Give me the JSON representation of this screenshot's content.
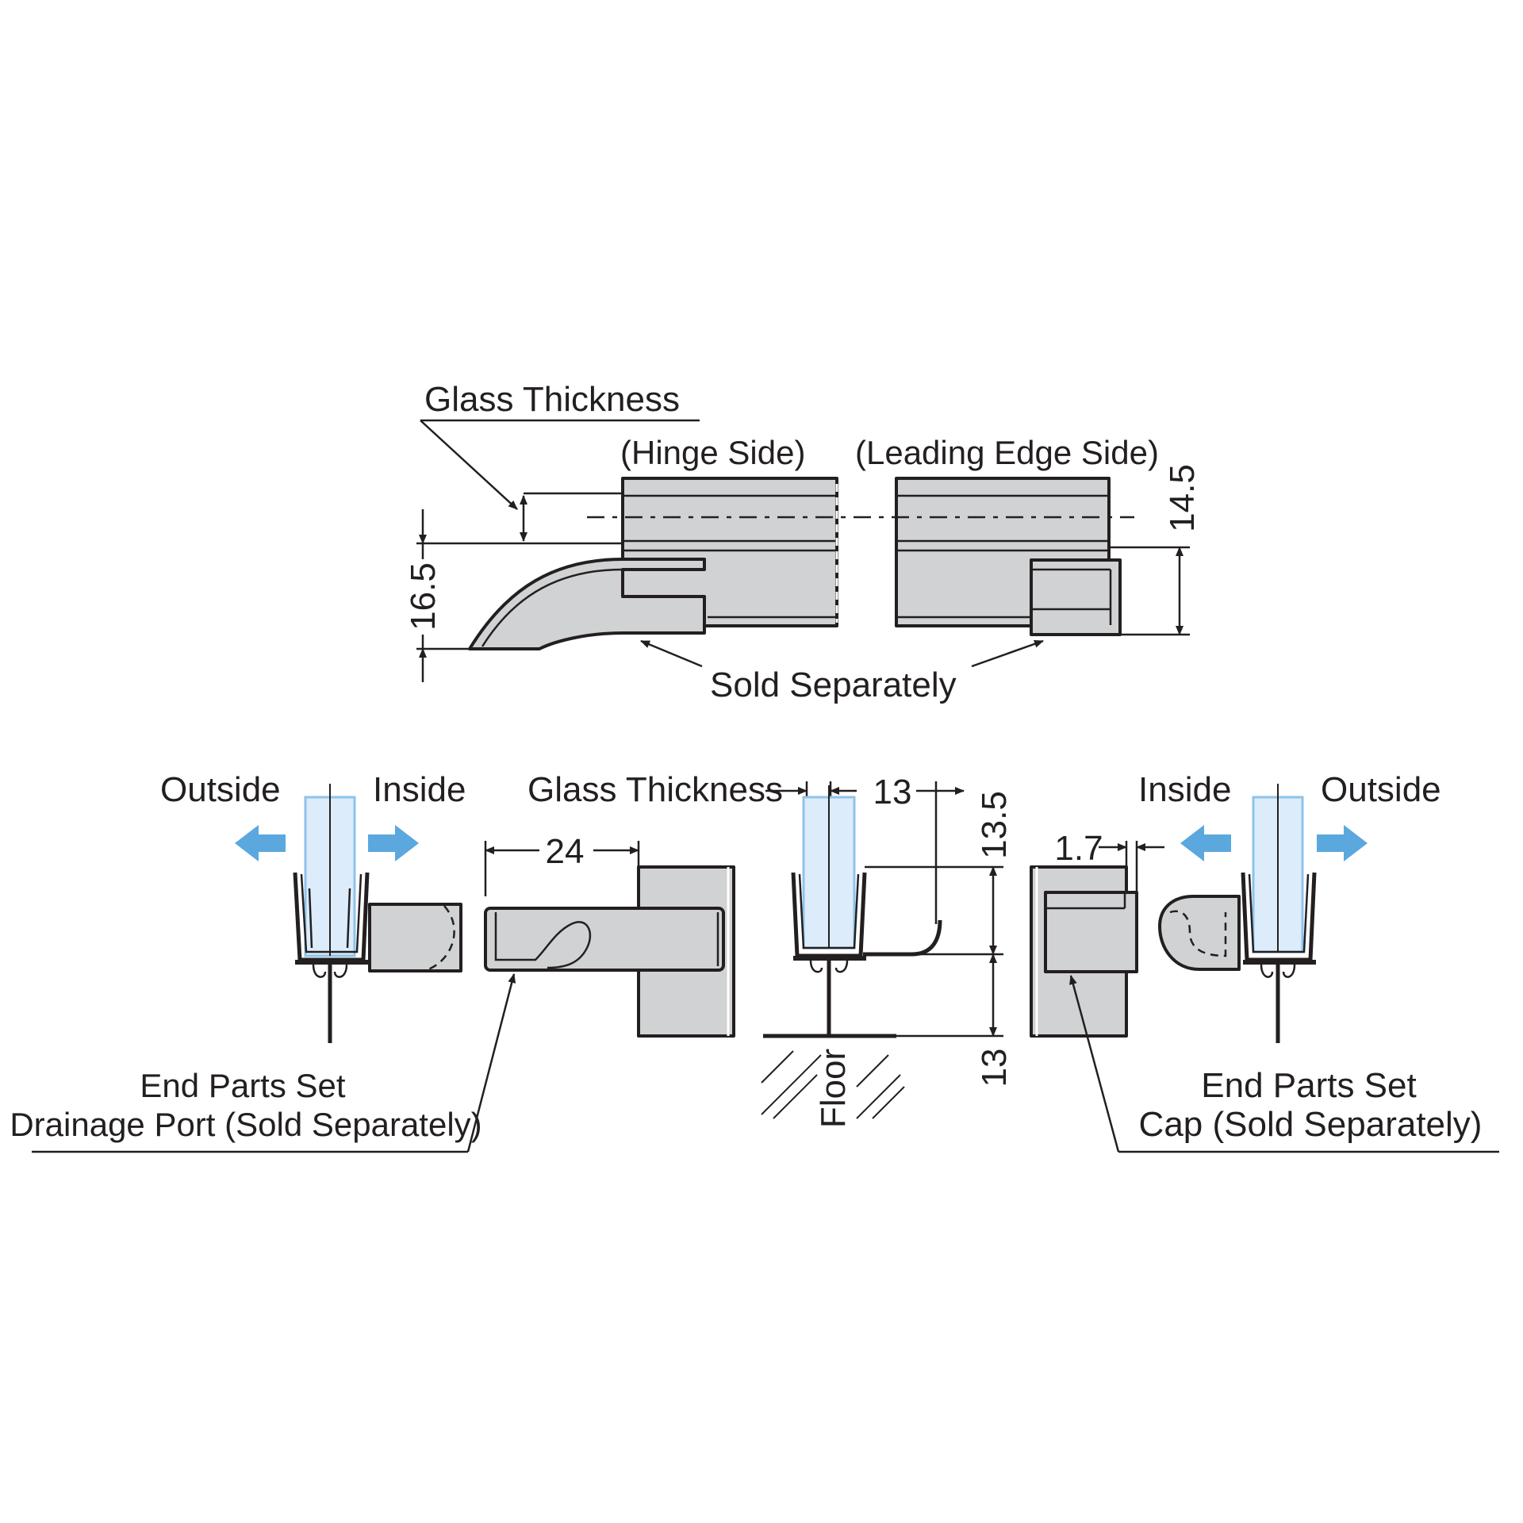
{
  "top": {
    "glass_thickness": "Glass Thickness",
    "hinge_side": "(Hinge Side)",
    "leading_edge_side": "(Leading Edge Side)",
    "dim_left": "16.5",
    "dim_right": "14.5",
    "sold_separately": "Sold Separately"
  },
  "bottom": {
    "left_outside": "Outside",
    "left_inside": "Inside",
    "right_inside": "Inside",
    "right_outside": "Outside",
    "glass_thickness": "Glass Thickness",
    "dim_24": "24",
    "dim_13_width": "13",
    "dim_13_5": "13.5",
    "dim_13_height": "13",
    "dim_1_7": "1.7",
    "floor": "Floor",
    "left_callout_line1": "End Parts Set",
    "left_callout_line2": "Drainage Port (Sold Separately)",
    "right_callout_line1": "End Parts Set",
    "right_callout_line2": "Cap (Sold Separately)"
  },
  "colors": {
    "part_fill": "#d1d2d3",
    "outline": "#231f20",
    "glass": "#dcecfa",
    "arrow": "#5aa8dd"
  }
}
